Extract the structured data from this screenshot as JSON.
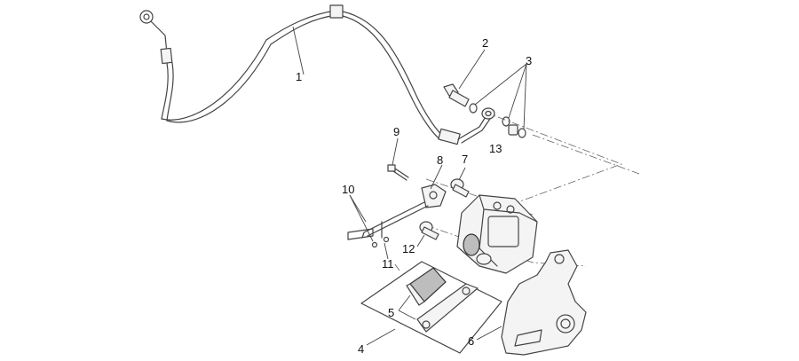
{
  "callouts": [
    {
      "id": "1",
      "label": "1"
    },
    {
      "id": "2",
      "label": "2"
    },
    {
      "id": "3",
      "label": "3"
    },
    {
      "id": "4",
      "label": "4"
    },
    {
      "id": "5",
      "label": "5"
    },
    {
      "id": "6",
      "label": "6"
    },
    {
      "id": "7",
      "label": "7"
    },
    {
      "id": "8",
      "label": "8"
    },
    {
      "id": "9",
      "label": "9"
    },
    {
      "id": "10",
      "label": "10"
    },
    {
      "id": "11",
      "label": "11"
    },
    {
      "id": "12",
      "label": "12"
    },
    {
      "id": "13",
      "label": "13"
    }
  ],
  "colors": {
    "line": "#444444",
    "background": "#ffffff"
  }
}
